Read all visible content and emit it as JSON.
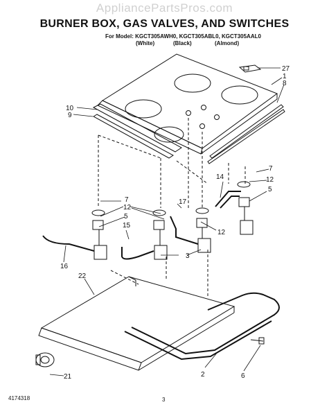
{
  "watermark": "AppliancePartsPros.com",
  "title": "BURNER BOX, GAS VALVES, AND SWITCHES",
  "models_line": "For Model: KGCT305AWH0, KGCT305ABL0, KGCT305AAL0",
  "colors": {
    "white": "(White)",
    "black": "(Black)",
    "almond": "(Almond)"
  },
  "callouts": {
    "c27": "27",
    "c1": "1",
    "c8": "8",
    "c10": "10",
    "c9": "9",
    "c7a": "7",
    "c12a": "12",
    "c5a": "5",
    "c14": "14",
    "c7b": "7",
    "c12b": "12",
    "c17": "17",
    "c5b": "5",
    "c15": "15",
    "c3": "3",
    "c12c": "12",
    "c16": "16",
    "c22": "22",
    "c2": "2",
    "c6": "6",
    "c21": "21"
  },
  "footer": {
    "doc_number": "4174318",
    "page_number": "3"
  }
}
